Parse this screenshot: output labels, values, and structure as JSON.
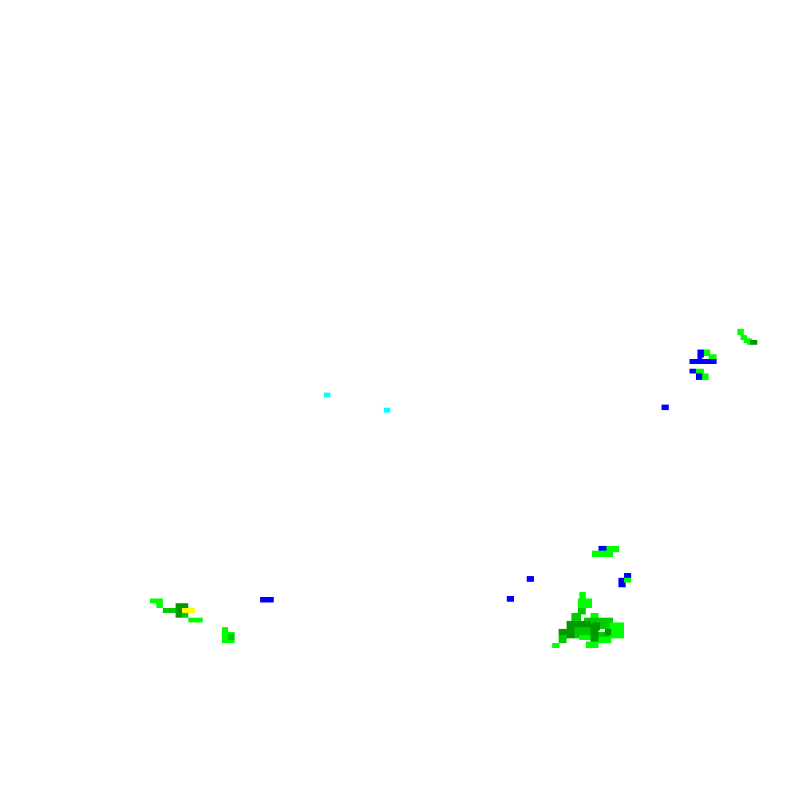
{
  "colors": {
    "background": "#ffffff",
    "light-green": "#00ff00",
    "green": "#00cc00",
    "dark-green": "#009900",
    "blue": "#0000ff",
    "cyan": "#00ffff",
    "yellow": "#ffff00"
  },
  "legend": [],
  "features": [
    {
      "name": "ne-cluster",
      "cells": [
        [
          "light-green"
        ],
        [
          "light-green"
        ],
        [
          "light-green"
        ],
        [
          "light-green"
        ],
        [
          "dark-green"
        ],
        [
          "blue"
        ],
        [
          "blue"
        ],
        [
          "light-green"
        ],
        [
          "light-green"
        ],
        [
          "blue"
        ],
        [
          "blue"
        ],
        [
          "light-green"
        ],
        [
          "blue"
        ],
        [
          "light-green"
        ]
      ]
    },
    {
      "name": "east-isolated",
      "cells": [
        [
          "blue"
        ]
      ]
    },
    {
      "name": "center-cyan",
      "cells": [
        [
          "cyan"
        ],
        [
          "cyan"
        ]
      ]
    },
    {
      "name": "sw-cluster",
      "cells": [
        [
          "light-green"
        ],
        [
          "light-green"
        ],
        [
          "green"
        ],
        [
          "dark-green"
        ],
        [
          "yellow"
        ],
        [
          "light-green"
        ],
        [
          "light-green"
        ],
        [
          "green"
        ]
      ]
    },
    {
      "name": "sw-blue",
      "cells": [
        [
          "blue"
        ]
      ]
    },
    {
      "name": "se-cluster",
      "cells": [
        [
          "blue"
        ],
        [
          "light-green"
        ],
        [
          "blue"
        ],
        [
          "blue"
        ],
        [
          "blue"
        ],
        [
          "light-green"
        ],
        [
          "green"
        ],
        [
          "dark-green"
        ]
      ]
    }
  ]
}
